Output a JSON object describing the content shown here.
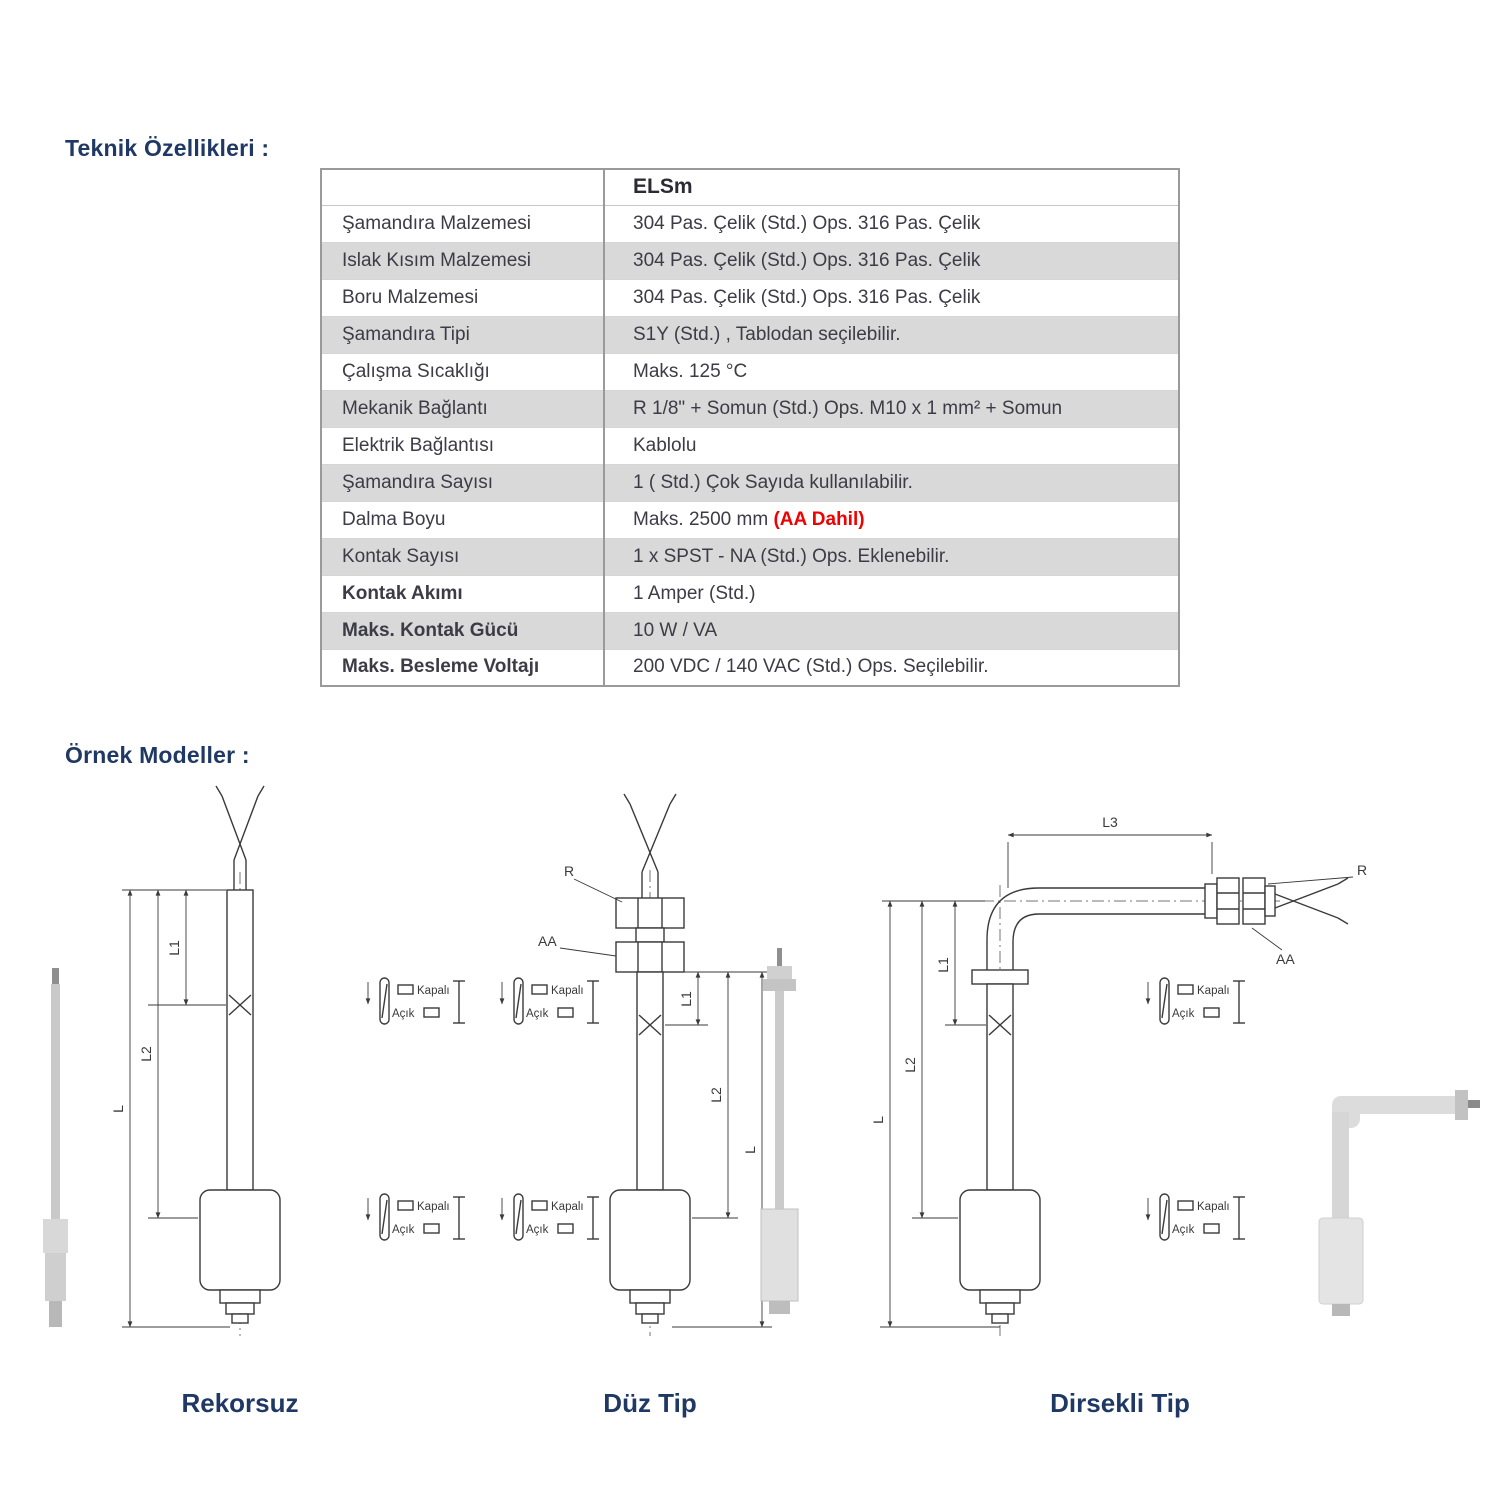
{
  "headings": {
    "tech": "Teknik Özellikleri :",
    "models": "Örnek Modeller :"
  },
  "table": {
    "header": "ELSm",
    "rows": [
      {
        "label": "Şamandıra Malzemesi",
        "value": "304 Pas. Çelik (Std.) Ops. 316 Pas. Çelik"
      },
      {
        "label": "Islak Kısım Malzemesi",
        "value": "304 Pas. Çelik (Std.) Ops. 316 Pas. Çelik"
      },
      {
        "label": "Boru Malzemesi",
        "value": "304 Pas. Çelik (Std.) Ops. 316 Pas. Çelik"
      },
      {
        "label": "Şamandıra Tipi",
        "value": "S1Y (Std.) , Tablodan seçilebilir."
      },
      {
        "label": "Çalışma Sıcaklığı",
        "value": "Maks. 125 °C"
      },
      {
        "label": "Mekanik Bağlantı",
        "value": "R 1/8\" + Somun (Std.) Ops. M10 x 1 mm² +  Somun"
      },
      {
        "label": "Elektrik Bağlantısı",
        "value": "Kablolu"
      },
      {
        "label": "Şamandıra Sayısı",
        "value": "1 ( Std.) Çok Sayıda kullanılabilir."
      },
      {
        "label": "Dalma Boyu",
        "value": "Maks. 2500 mm ",
        "value_red": "(AA Dahil)"
      },
      {
        "label": "Kontak Sayısı",
        "value": "1 x SPST - NA (Std.) Ops. Eklenebilir."
      },
      {
        "label": "Kontak Akımı",
        "value": "1 Amper (Std.)"
      },
      {
        "label": "Maks. Kontak Gücü",
        "value": "10 W / VA"
      },
      {
        "label": "Maks. Besleme Voltajı",
        "value": "200 VDC / 140 VAC (Std.) Ops. Seçilebilir."
      }
    ]
  },
  "diagrams": {
    "captions": [
      "Rekorsuz",
      "Düz Tip",
      "Dirsekli Tip"
    ],
    "labels": {
      "L": "L",
      "L1": "L1",
      "L2": "L2",
      "L3": "L3",
      "R": "R",
      "AA": "AA",
      "kapali": "Kapalı",
      "acik": "Açık"
    }
  },
  "colors": {
    "heading_blue": "#1f3864",
    "row_alt_gray": "#d9d9d9",
    "red_note": "#f00000"
  }
}
